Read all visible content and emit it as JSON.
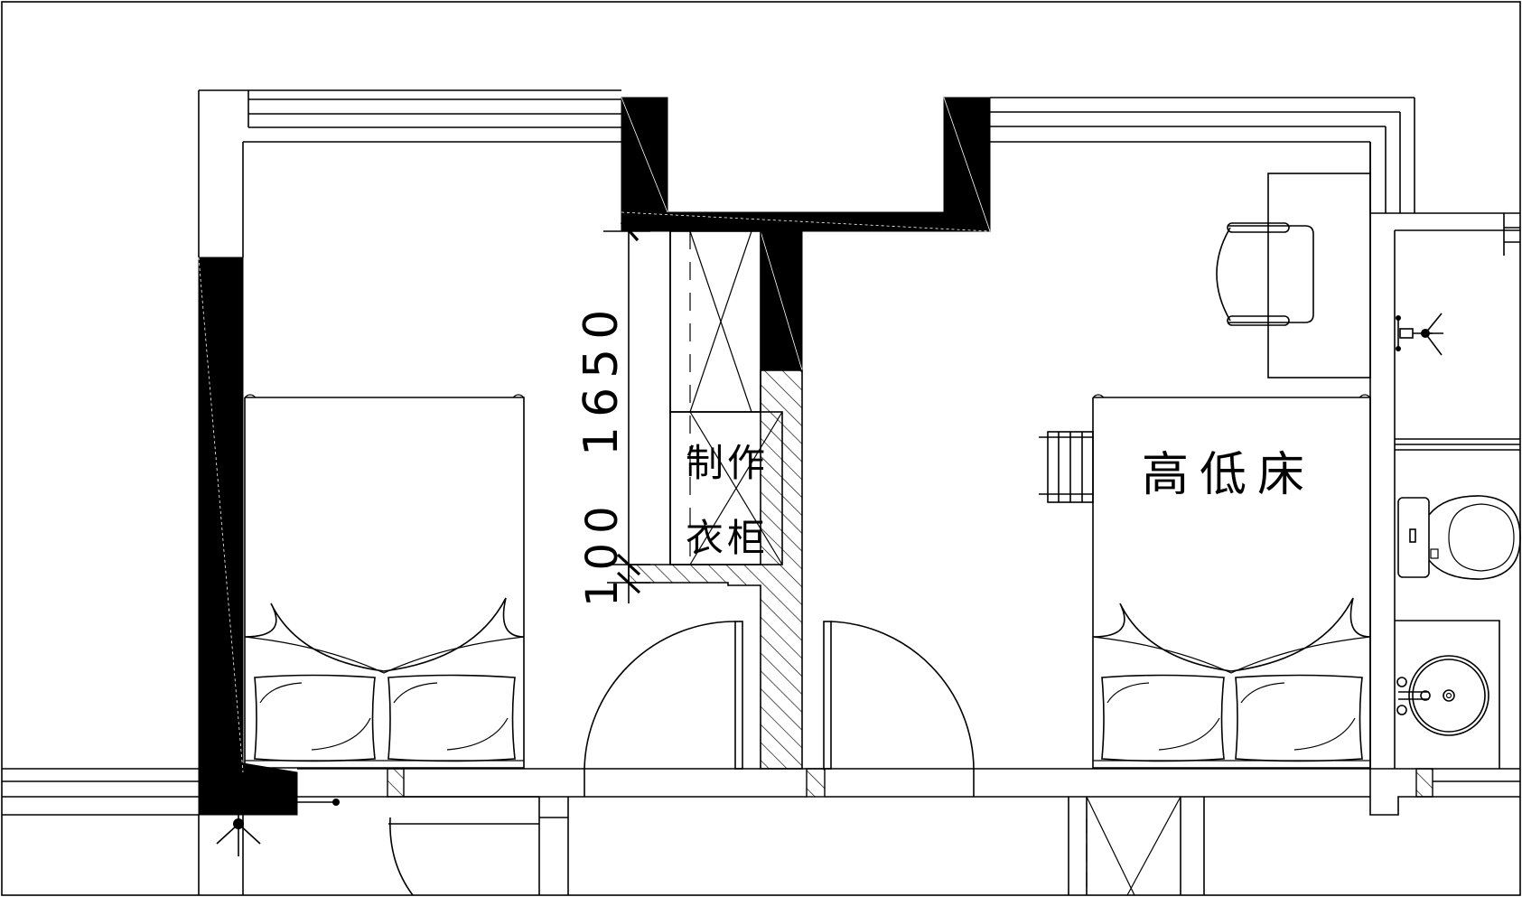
{
  "colors": {
    "line": "#000000",
    "wall_fill": "#000000",
    "background": "#ffffff"
  },
  "labels": {
    "bed_right": "高低床",
    "wardrobe_line1": "制作",
    "wardrobe_line2": "衣柜"
  },
  "dimensions": {
    "upper": "1650",
    "lower": "100"
  },
  "icons": [
    "light-fixture-icon",
    "toilet-icon",
    "washbasin-icon",
    "chair-icon",
    "pillow-icon",
    "door-swing-icon",
    "radiator-icon"
  ]
}
